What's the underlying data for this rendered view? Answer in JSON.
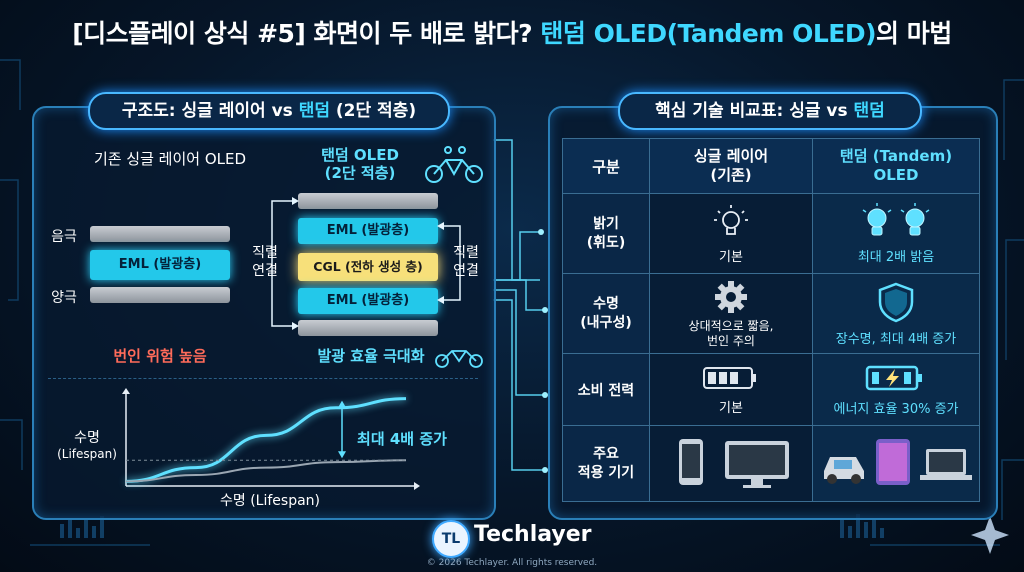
{
  "title": {
    "part1": "[디스플레이 상식 #5] 화면이 두 배로 밝다? ",
    "highlight": "탠덤 OLED(Tandem OLED)",
    "part2": "의 마법"
  },
  "left_panel": {
    "pill_prefix": "구조도: 싱글 레이어 vs ",
    "pill_highlight": "탠덤",
    "pill_suffix": " (2단 적층)",
    "single": {
      "heading": "기존 싱글 레이어 OLED",
      "cathode": "음극",
      "anode": "양극",
      "eml": "EML (발광층)",
      "warning": "번인 위험 높음"
    },
    "tandem": {
      "heading_line1": "탠덤 OLED",
      "heading_line2": "(2단 적층)",
      "eml_top": "EML (발광층)",
      "cgl": "CGL (전하 생성 층)",
      "eml_bottom": "EML (발광층)",
      "series_left": [
        "직렬",
        "연결"
      ],
      "series_right": [
        "직렬",
        "연결"
      ],
      "efficiency": "발광 효율 극대화"
    },
    "graph": {
      "ylabel": "수명",
      "ylabel2": "(Lifespan)",
      "xlabel": "수명 (Lifespan)",
      "annotation": "최대 4배 증가"
    }
  },
  "chart_data": {
    "type": "line",
    "xlabel": "수명 (Lifespan)",
    "ylabel": "수명 (Lifespan)",
    "annotation": "최대 4배 증가",
    "series": [
      {
        "values": [
          0.05,
          0.2,
          0.55,
          0.85,
          0.95
        ]
      },
      {
        "values": [
          0.05,
          0.12,
          0.2,
          0.26,
          0.28
        ]
      }
    ]
  },
  "right_panel": {
    "pill_prefix": "핵심 기술 비교표: 싱글 vs ",
    "pill_highlight": "탠덤",
    "headers": {
      "c1": "구분",
      "c2a": "싱글 레이어",
      "c2b": "(기존)",
      "c3a": "탠덤 (Tandem)",
      "c3b": "OLED"
    },
    "rows": [
      {
        "label": [
          "밝기",
          "(휘도)"
        ],
        "single": "기본",
        "tandem": "최대 2배 밝음"
      },
      {
        "label": [
          "수명",
          "(내구성)"
        ],
        "single": "상대적으로 짧음,\n번인 주의",
        "tandem": "장수명, 최대 4배 증가"
      },
      {
        "label": [
          "소비 전력"
        ],
        "single": "기본",
        "tandem": "에너지 효율 30% 증가"
      },
      {
        "label": [
          "주요",
          "적용 기기"
        ],
        "single": "",
        "tandem": ""
      }
    ]
  },
  "footer": {
    "brand": "Techlayer",
    "logo_letters": "TL",
    "copyright": "© 2026 Techlayer. All rights reserved."
  },
  "colors": {
    "accent": "#3fd8ff",
    "warning": "#ff6b5a",
    "cgl": "#f7e07a"
  }
}
